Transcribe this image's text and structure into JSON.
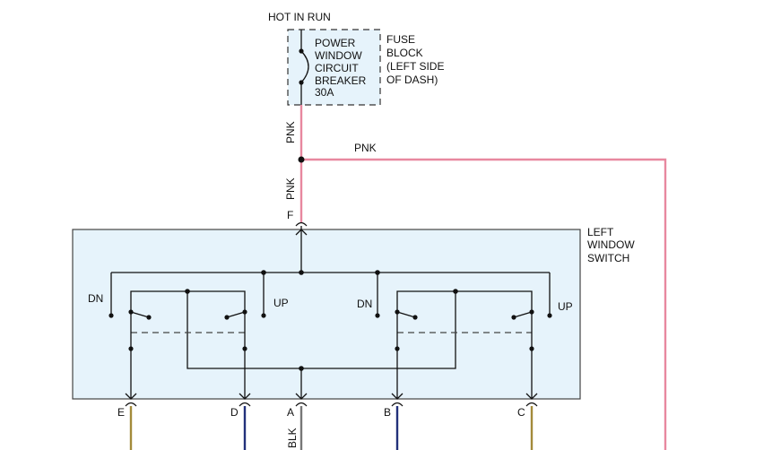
{
  "header": {
    "hot_in_run": "HOT IN RUN"
  },
  "breaker": {
    "lines": [
      "POWER",
      "WINDOW",
      "CIRCUIT",
      "BREAKER",
      "30A"
    ]
  },
  "fuse_block": {
    "lines": [
      "FUSE",
      "BLOCK",
      "(LEFT SIDE",
      "OF DASH)"
    ]
  },
  "wires": {
    "pnk_upper": "PNK",
    "pnk_lower": "PNK",
    "pnk_branch": "PNK",
    "blk": "BLK"
  },
  "switch": {
    "title_lines": [
      "LEFT",
      "WINDOW",
      "SWITCH"
    ],
    "dn_left": "DN",
    "up_left": "UP",
    "dn_right": "DN",
    "up_right": "UP"
  },
  "pins": {
    "F": "F",
    "E": "E",
    "D": "D",
    "A": "A",
    "B": "B",
    "C": "C"
  },
  "colors": {
    "pink_wire": "#e8889f",
    "switch_fill": "#e6f3fb",
    "breaker_fill": "#e6f3fb",
    "tan_wire": "#a38a3a",
    "dark_blue_wire": "#22307a",
    "blk_wire": "#777777"
  }
}
